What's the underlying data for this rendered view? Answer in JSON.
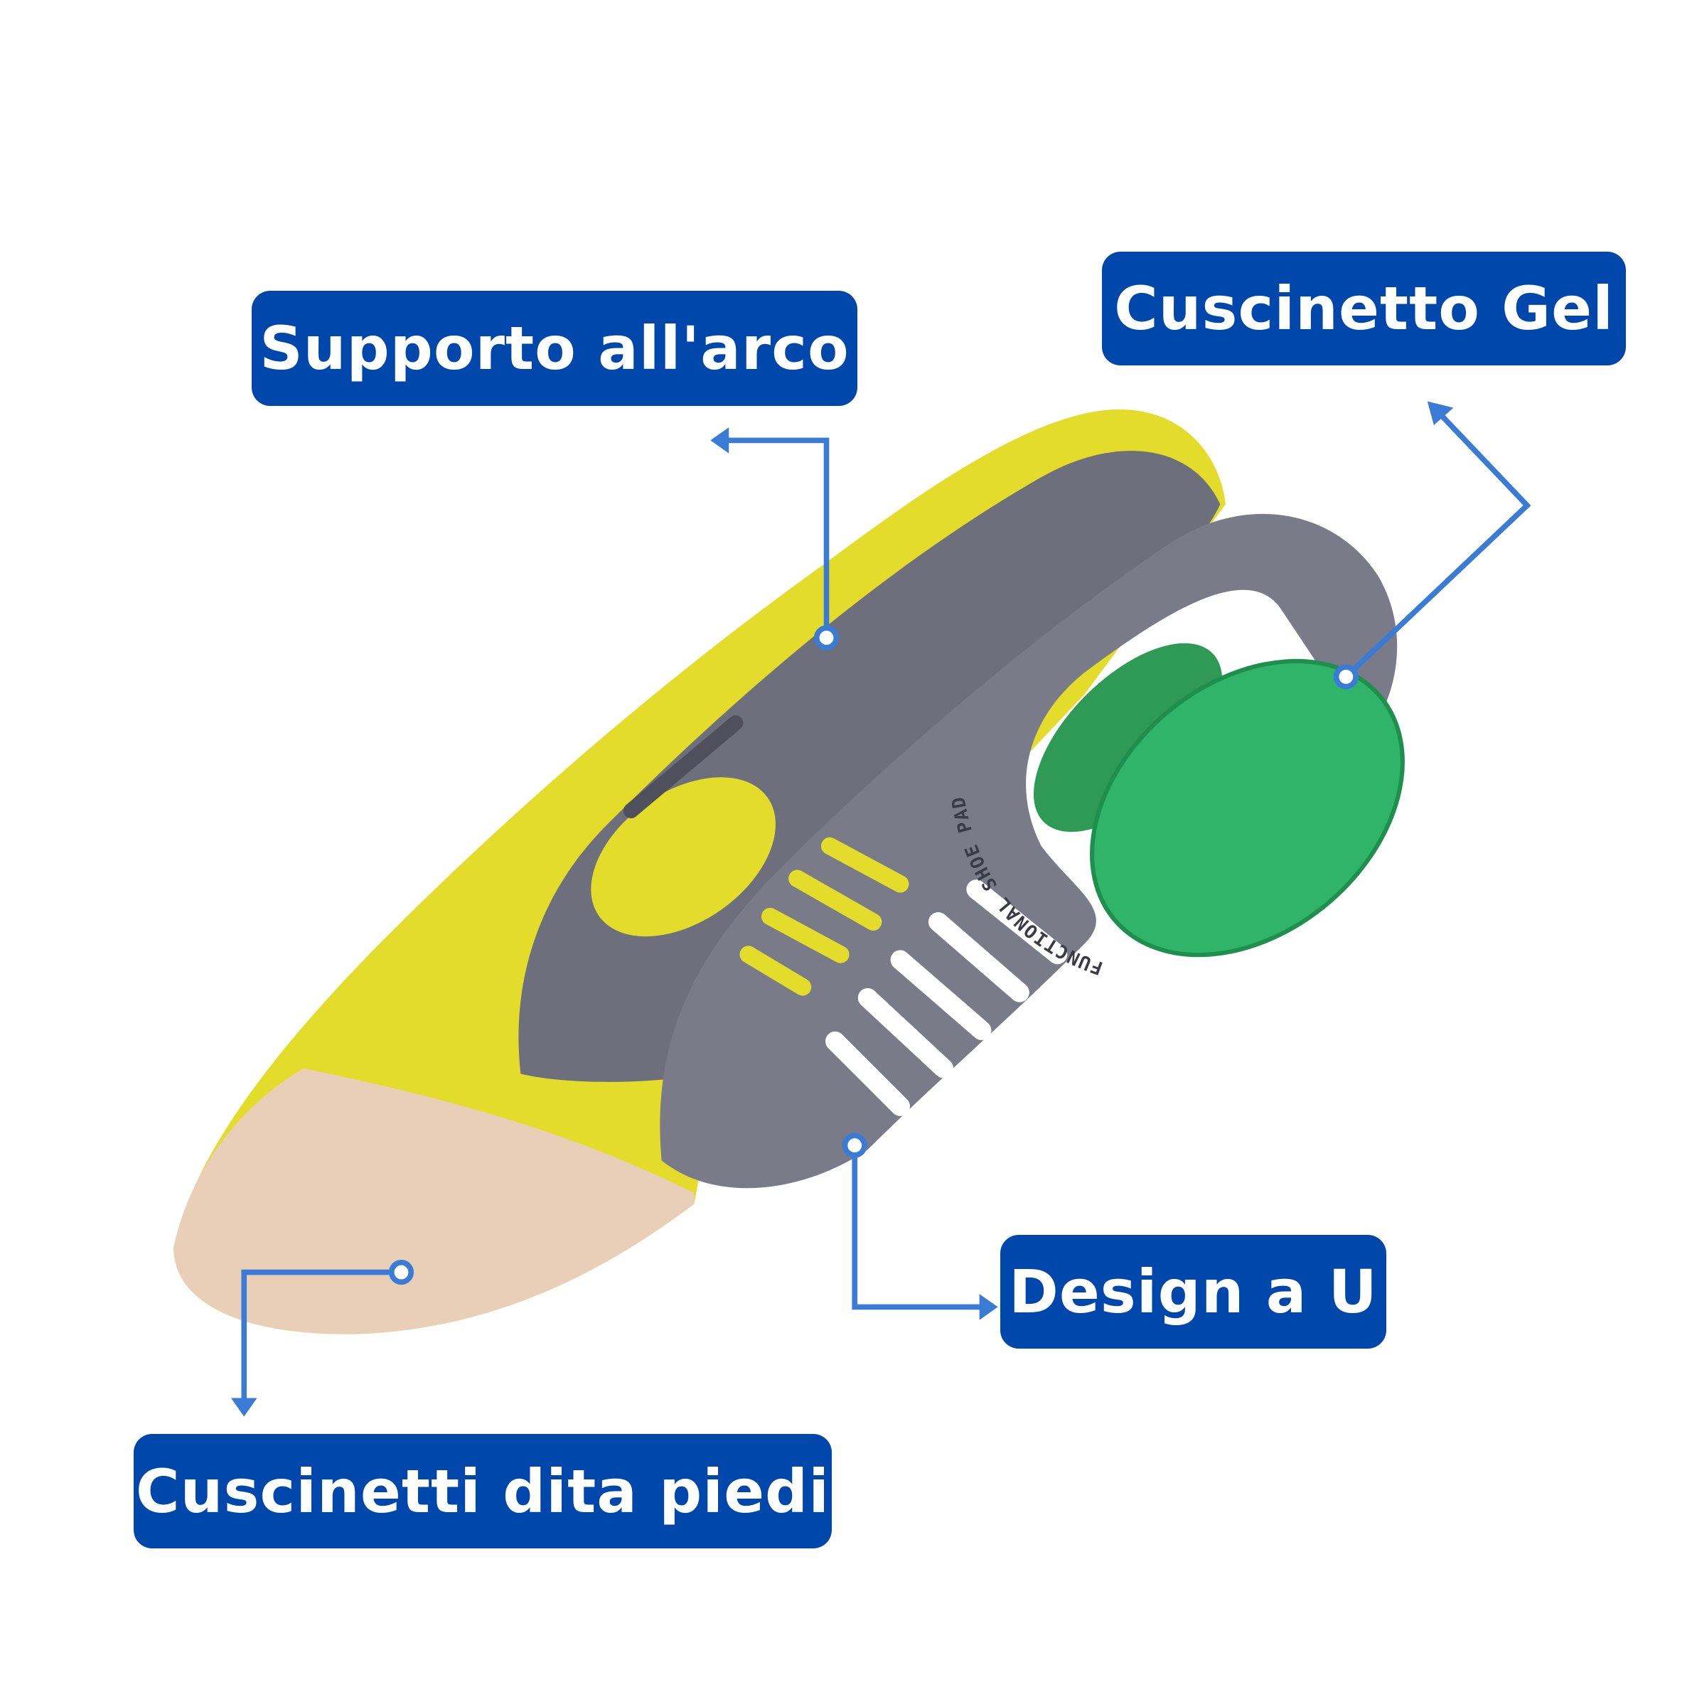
{
  "labels": {
    "arch_support": "Supporto all'arco",
    "gel_cushion": "Cuscinetto Gel",
    "u_design": "Design a U",
    "toe_cushions": "Cuscinetti dita piedi"
  },
  "product_imprint": "FUNCTIONAL SHOE PAD",
  "colors": {
    "label_bg": "#0047ab",
    "connector": "#3a7bd5",
    "insole_yellow": "#e3dc2a",
    "insole_gray": "#6e6f7c",
    "gel_green": "#2fb46a",
    "toe_beige": "#e9cfb8"
  }
}
